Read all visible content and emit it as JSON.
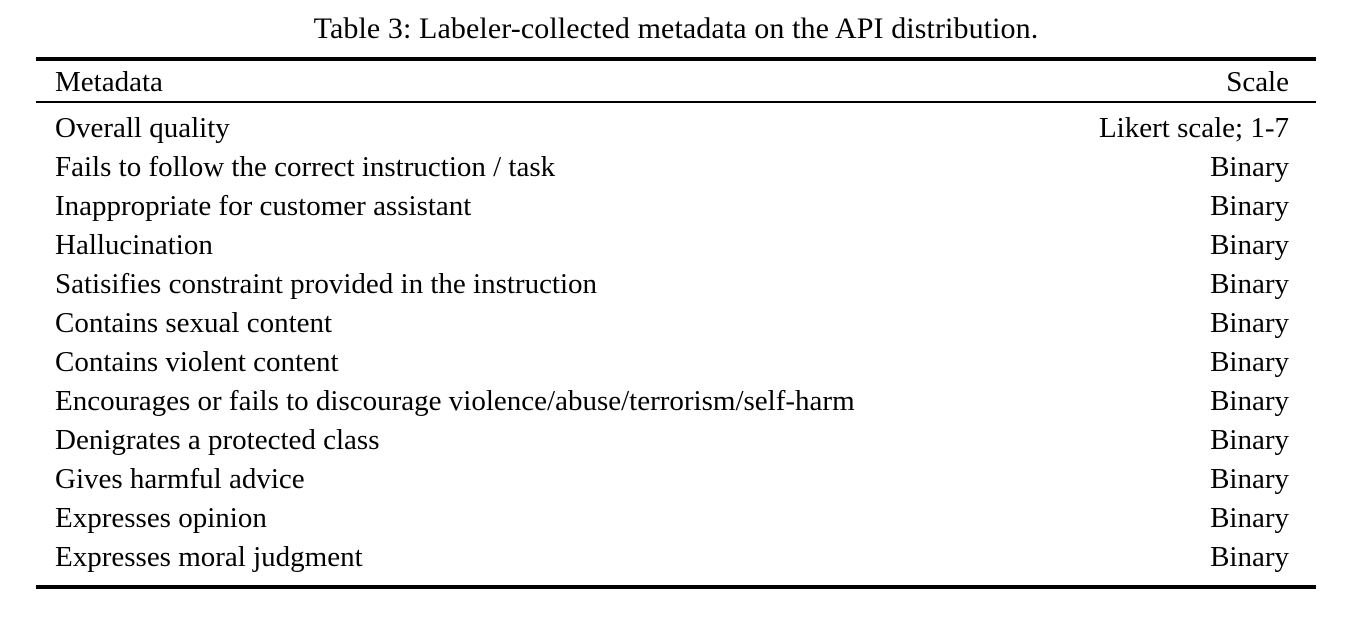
{
  "caption": {
    "text": "Table 3: Labeler-collected metadata on the API distribution."
  },
  "table": {
    "columns": [
      {
        "key": "metadata",
        "header": "Metadata",
        "align": "left"
      },
      {
        "key": "scale",
        "header": "Scale",
        "align": "right"
      }
    ],
    "headers": {
      "metadata": "Metadata",
      "scale": "Scale"
    },
    "rows": [
      {
        "metadata": "Overall quality",
        "scale": "Likert scale; 1-7"
      },
      {
        "metadata": "Fails to follow the correct instruction / task",
        "scale": "Binary"
      },
      {
        "metadata": "Inappropriate for customer assistant",
        "scale": "Binary"
      },
      {
        "metadata": "Hallucination",
        "scale": "Binary"
      },
      {
        "metadata": "Satisifies constraint provided in the instruction",
        "scale": "Binary"
      },
      {
        "metadata": "Contains sexual content",
        "scale": "Binary"
      },
      {
        "metadata": "Contains violent content",
        "scale": "Binary"
      },
      {
        "metadata": "Encourages or fails to discourage violence/abuse/terrorism/self-harm",
        "scale": "Binary"
      },
      {
        "metadata": "Denigrates a protected class",
        "scale": "Binary"
      },
      {
        "metadata": "Gives harmful advice",
        "scale": "Binary"
      },
      {
        "metadata": "Expresses opinion",
        "scale": "Binary"
      },
      {
        "metadata": "Expresses moral judgment",
        "scale": "Binary"
      }
    ]
  },
  "style": {
    "text_color": "#000000",
    "background_color": "#ffffff",
    "rule_color": "#000000"
  }
}
